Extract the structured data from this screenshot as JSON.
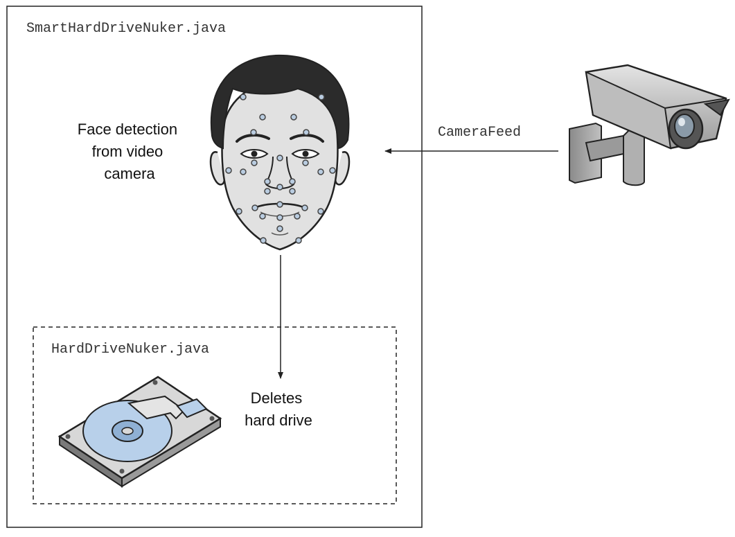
{
  "outer_box": {
    "label": "SmartHardDriveNuker.java"
  },
  "inner_box": {
    "label": "HardDriveNuker.java"
  },
  "face": {
    "caption_lines": [
      "Face detection",
      "from video",
      "camera"
    ]
  },
  "camera": {
    "feed_label": "CameraFeed"
  },
  "drive": {
    "caption_lines": [
      "Deletes",
      "hard drive"
    ]
  },
  "colors": {
    "line": "#222222",
    "skin": "#e1e1e1",
    "hair": "#2b2b2b",
    "landmark": "#b9cce0",
    "disk": "#b8d0ea",
    "camera_body": "#c8c8c8",
    "camera_dark": "#555555"
  }
}
